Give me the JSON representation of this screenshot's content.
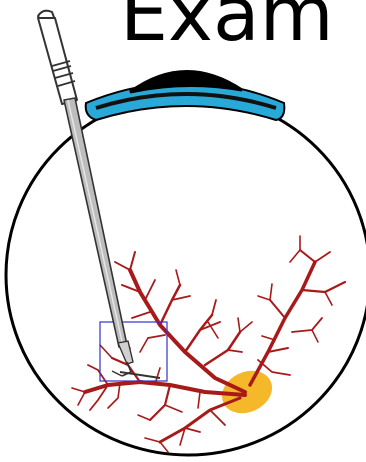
{
  "title": "Exam",
  "colors": {
    "outline": "#000000",
    "cornea": "#29a9d8",
    "pupil": "#000000",
    "vessel": "#a81a1a",
    "optic_disc": "#f5b82a",
    "instrument_body": "#bdbdbd",
    "instrument_outline": "#333333",
    "highlight_box": "#3333cc"
  },
  "icons": [
    "eye-cross-section",
    "surgical-instrument",
    "blood-vessels",
    "optic-disc",
    "focus-box"
  ]
}
